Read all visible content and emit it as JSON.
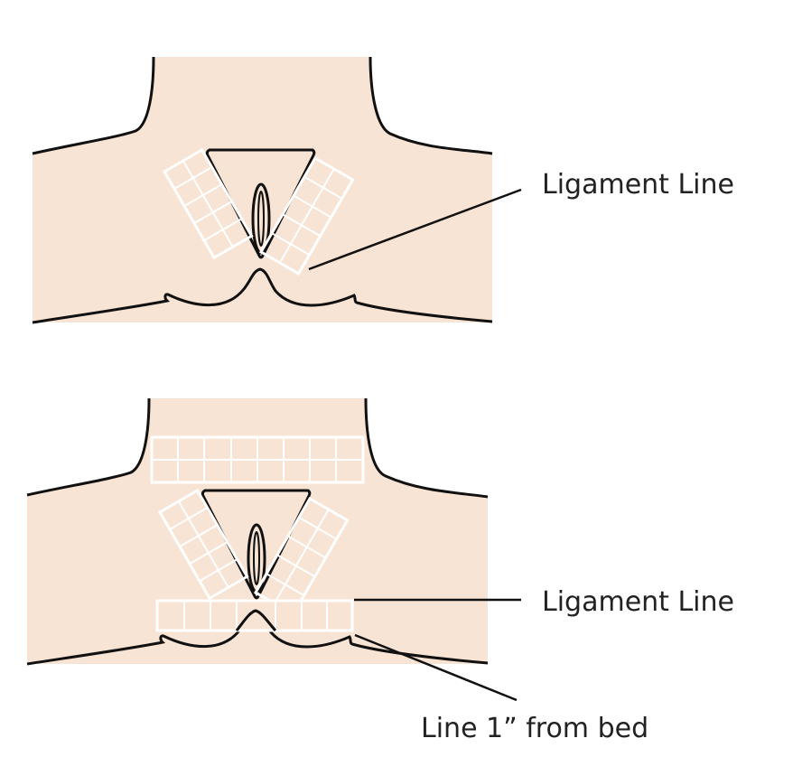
{
  "colors": {
    "skin": "#f8e4d5",
    "outline": "#111111",
    "tape": "#ffffff",
    "text": "#222222"
  },
  "panels": [
    {
      "annotations": [
        {
          "label": "Ligament Line"
        }
      ]
    },
    {
      "annotations": [
        {
          "label": "Ligament Line"
        },
        {
          "label": "Line 1” from bed"
        }
      ]
    }
  ]
}
